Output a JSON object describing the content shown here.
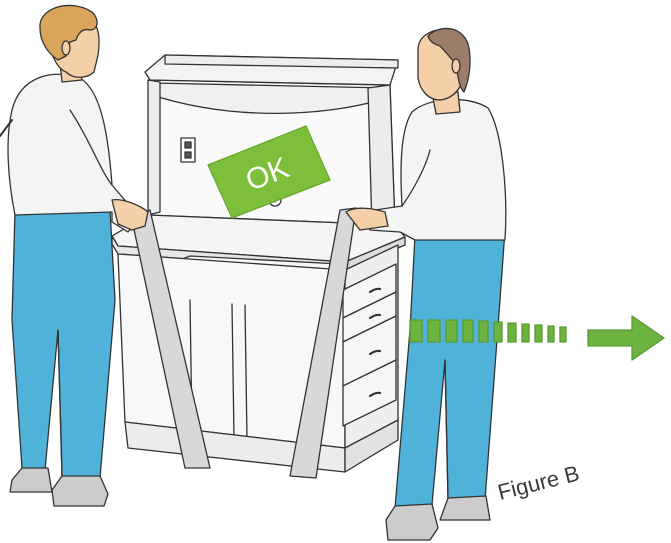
{
  "figure": {
    "label": "Figure B",
    "ok_label": "OK"
  },
  "colors": {
    "jeans": "#4fb3d9",
    "shirt": "#f4f4f4",
    "skin": "#f5cfa8",
    "hair_left": "#d9a55a",
    "hair_right": "#9b7d6a",
    "ok_badge": "#7dbf3a",
    "arrow": "#6db33f",
    "strap": "#d8d8d8",
    "outline": "#333333",
    "shoes": "#cccccc"
  },
  "icons": [
    "electrical-outlet-icon",
    "ok-badge",
    "direction-arrow-icon"
  ]
}
